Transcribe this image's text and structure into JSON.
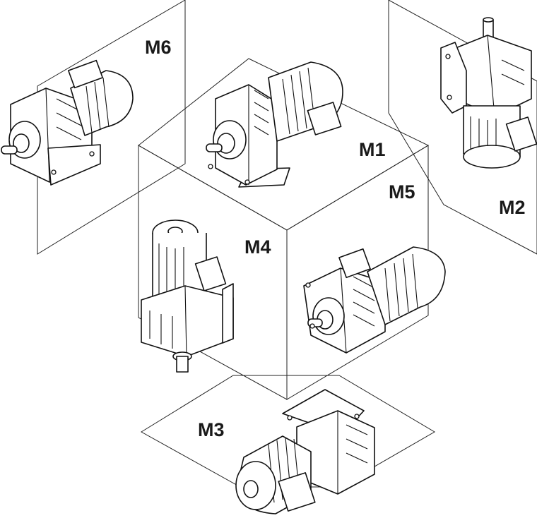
{
  "labels": {
    "m1": "M1",
    "m2": "M2",
    "m3": "M3",
    "m4": "M4",
    "m5": "M5",
    "m6": "M6"
  },
  "icons": {
    "motor": "helical-gearmotor-icon"
  },
  "colors": {
    "line": "#111111",
    "background": "#ffffff"
  }
}
